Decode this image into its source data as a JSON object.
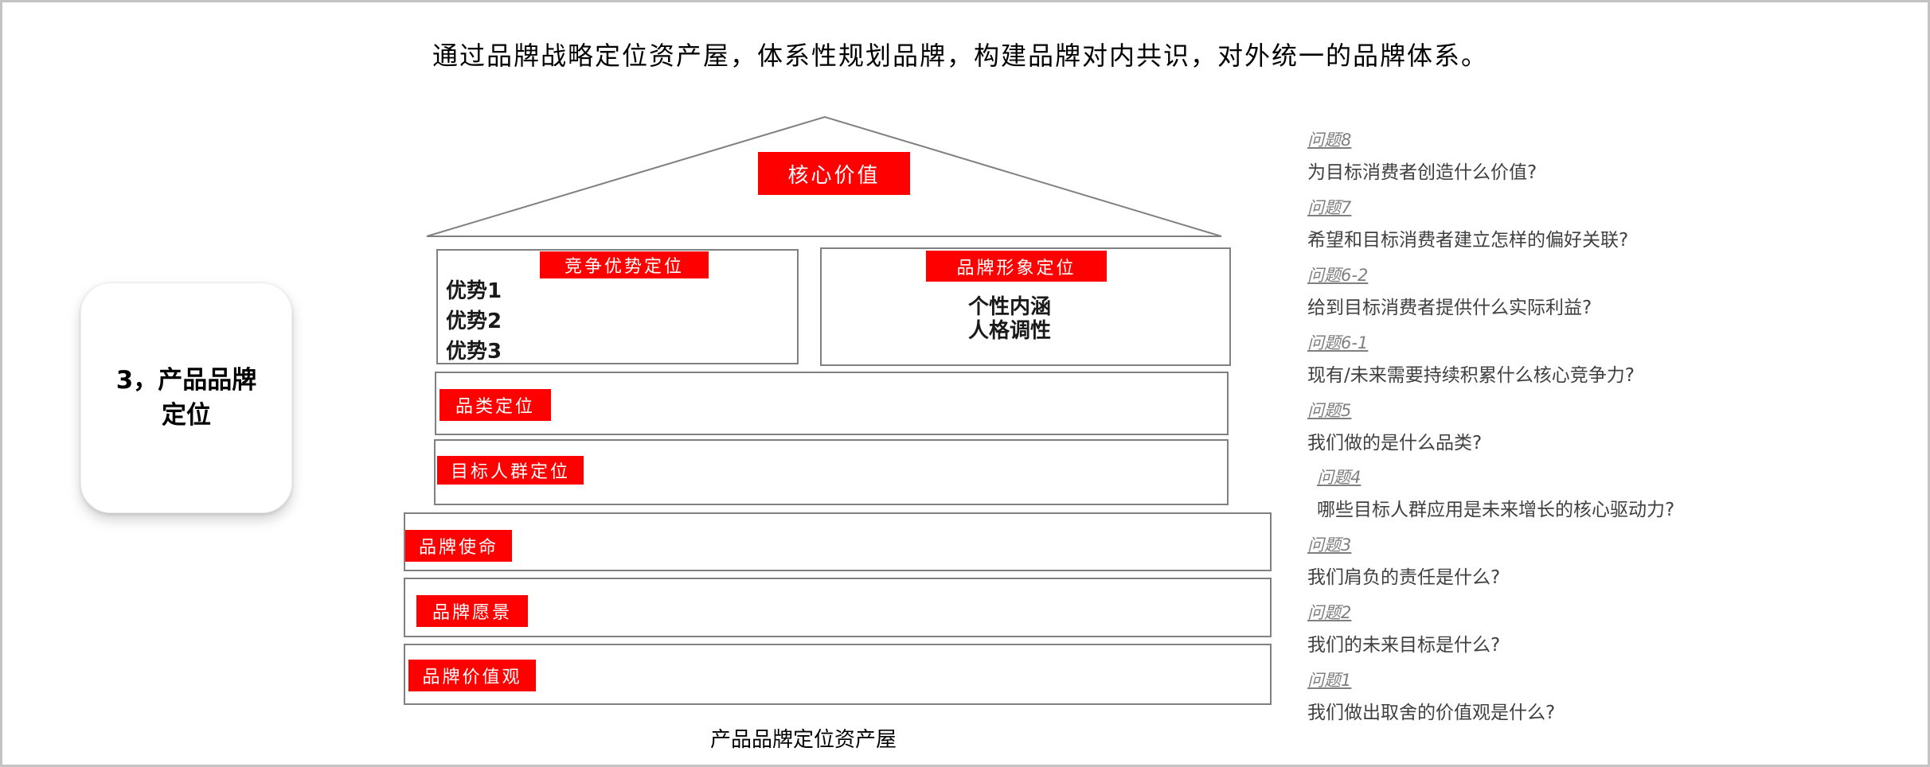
{
  "title": "通过品牌战略定位资产屋，体系性规划品牌，构建品牌对内共识，对外统一的品牌体系。",
  "side_badge": {
    "line1": "3，产品品牌",
    "line2": "定位"
  },
  "colors": {
    "accent_red": "#ff0000",
    "box_border_gray": "#808080",
    "question_label_gray": "#7f7f7f",
    "question_text_gray": "#404040"
  },
  "house": {
    "core_value_label": "核心价值",
    "competitive_box": {
      "label": "竞争优势定位",
      "items": [
        "优势1",
        "优势2",
        "优势3"
      ]
    },
    "image_box": {
      "label": "品牌形象定位",
      "lines": [
        "个性内涵",
        "人格调性"
      ]
    },
    "category_row": {
      "label": "品类定位"
    },
    "audience_row": {
      "label": "目标人群定位"
    },
    "mission_row": {
      "label": "品牌使命"
    },
    "vision_row": {
      "label": "品牌愿景"
    },
    "values_row": {
      "label": "品牌价值观"
    },
    "caption": "产品品牌定位资产屋"
  },
  "questions": [
    {
      "id": "问题8",
      "text": "为目标消费者创造什么价值?"
    },
    {
      "id": "问题7",
      "text": "希望和目标消费者建立怎样的偏好关联?"
    },
    {
      "id": "问题6-2",
      "text": "给到目标消费者提供什么实际利益?"
    },
    {
      "id": "问题6-1",
      "text": "现有/未来需要持续积累什么核心竞争力?"
    },
    {
      "id": "问题5",
      "text": "我们做的是什么品类?"
    },
    {
      "id": "问题4",
      "text": "哪些目标人群应用是未来增长的核心驱动力?"
    },
    {
      "id": "问题3",
      "text": "我们肩负的责任是什么?"
    },
    {
      "id": "问题2",
      "text": "我们的未来目标是什么?"
    },
    {
      "id": "问题1",
      "text": "我们做出取舍的价值观是什么?"
    }
  ]
}
